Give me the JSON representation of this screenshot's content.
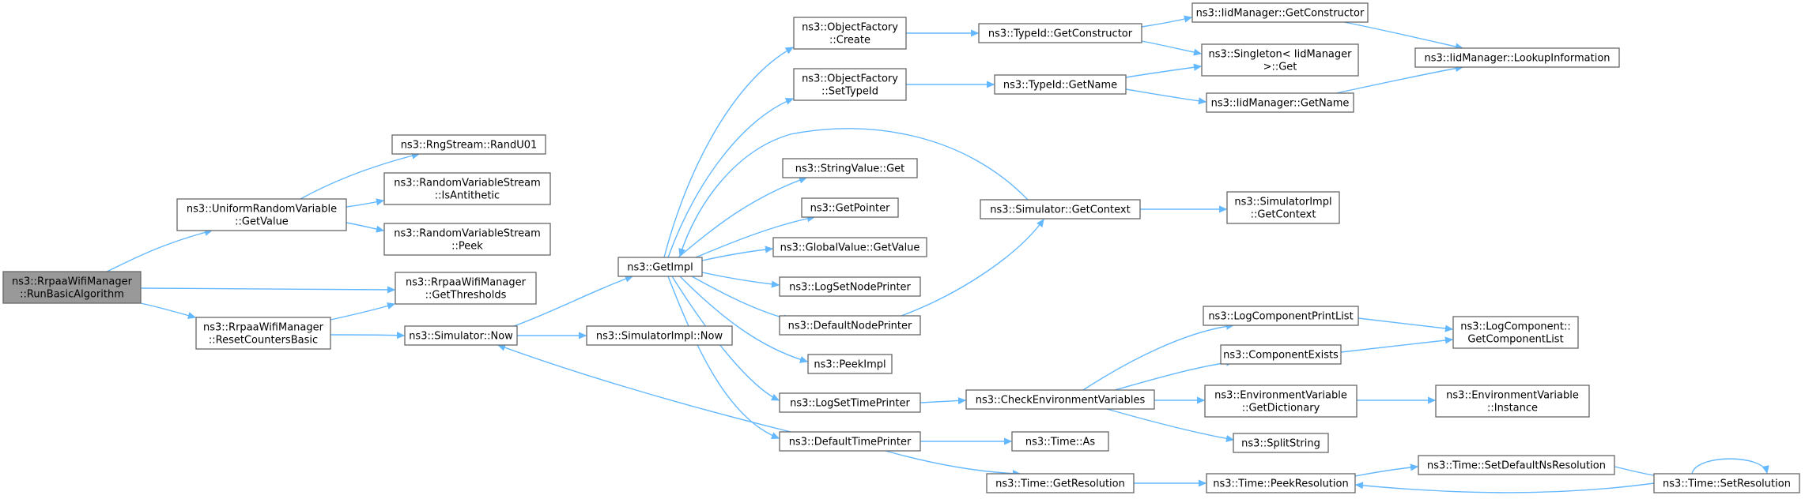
{
  "graph": {
    "nodes": [
      {
        "id": "root",
        "lines": [
          "ns3::RrpaaWifiManager",
          "::RunBasicAlgorithm"
        ],
        "root": true
      },
      {
        "id": "urv_getvalue",
        "lines": [
          "ns3::UniformRandomVariable",
          "::GetValue"
        ]
      },
      {
        "id": "rng_randu01",
        "lines": [
          "ns3::RngStream::RandU01"
        ]
      },
      {
        "id": "rvs_isantithetic",
        "lines": [
          "ns3::RandomVariableStream",
          "::IsAntithetic"
        ]
      },
      {
        "id": "rvs_peek",
        "lines": [
          "ns3::RandomVariableStream",
          "::Peek"
        ]
      },
      {
        "id": "get_thresholds",
        "lines": [
          "ns3::RrpaaWifiManager",
          "::GetThresholds"
        ]
      },
      {
        "id": "reset_counters",
        "lines": [
          "ns3::RrpaaWifiManager",
          "::ResetCountersBasic"
        ]
      },
      {
        "id": "sim_now",
        "lines": [
          "ns3::Simulator::Now"
        ]
      },
      {
        "id": "simimpl_now",
        "lines": [
          "ns3::SimulatorImpl::Now"
        ]
      },
      {
        "id": "getimpl",
        "lines": [
          "ns3::GetImpl"
        ]
      },
      {
        "id": "of_create",
        "lines": [
          "ns3::ObjectFactory",
          "::Create"
        ]
      },
      {
        "id": "of_settypeid",
        "lines": [
          "ns3::ObjectFactory",
          "::SetTypeId"
        ]
      },
      {
        "id": "stringvalue_get",
        "lines": [
          "ns3::StringValue::Get"
        ]
      },
      {
        "id": "getpointer",
        "lines": [
          "ns3::GetPointer"
        ]
      },
      {
        "id": "globalvalue_getvalue",
        "lines": [
          "ns3::GlobalValue::GetValue"
        ]
      },
      {
        "id": "logsetnodeprinter",
        "lines": [
          "ns3::LogSetNodePrinter"
        ]
      },
      {
        "id": "defaultnodeprinter",
        "lines": [
          "ns3::DefaultNodePrinter"
        ]
      },
      {
        "id": "peekimpl",
        "lines": [
          "ns3::PeekImpl"
        ]
      },
      {
        "id": "logsettimeprinter",
        "lines": [
          "ns3::LogSetTimePrinter"
        ]
      },
      {
        "id": "defaulttimeprinter",
        "lines": [
          "ns3::DefaultTimePrinter"
        ]
      },
      {
        "id": "typeid_getconstructor",
        "lines": [
          "ns3::TypeId::GetConstructor"
        ]
      },
      {
        "id": "typeid_getname",
        "lines": [
          "ns3::TypeId::GetName"
        ]
      },
      {
        "id": "sim_getcontext",
        "lines": [
          "ns3::Simulator::GetContext"
        ]
      },
      {
        "id": "checkenv",
        "lines": [
          "ns3::CheckEnvironmentVariables"
        ]
      },
      {
        "id": "time_as",
        "lines": [
          "ns3::Time::As"
        ]
      },
      {
        "id": "time_getresolution",
        "lines": [
          "ns3::Time::GetResolution"
        ]
      },
      {
        "id": "iid_getconstructor",
        "lines": [
          "ns3::IidManager::GetConstructor"
        ]
      },
      {
        "id": "singleton_get",
        "lines": [
          "ns3::Singleton< IidManager",
          ">::Get"
        ]
      },
      {
        "id": "iid_getname",
        "lines": [
          "ns3::IidManager::GetName"
        ]
      },
      {
        "id": "simimpl_getcontext",
        "lines": [
          "ns3::SimulatorImpl",
          "::GetContext"
        ]
      },
      {
        "id": "logcomponentprintlist",
        "lines": [
          "ns3::LogComponentPrintList"
        ]
      },
      {
        "id": "componentexists",
        "lines": [
          "ns3::ComponentExists"
        ]
      },
      {
        "id": "envvar_getdictionary",
        "lines": [
          "ns3::EnvironmentVariable",
          "::GetDictionary"
        ]
      },
      {
        "id": "splitstring",
        "lines": [
          "ns3::SplitString"
        ]
      },
      {
        "id": "time_peekresolution",
        "lines": [
          "ns3::Time::PeekResolution"
        ]
      },
      {
        "id": "iid_lookupinformation",
        "lines": [
          "ns3::IidManager::LookupInformation"
        ]
      },
      {
        "id": "logcomponent_getcomponentlist",
        "lines": [
          "ns3::LogComponent::",
          "GetComponentList"
        ]
      },
      {
        "id": "envvar_instance",
        "lines": [
          "ns3::EnvironmentVariable",
          "::Instance"
        ]
      },
      {
        "id": "time_setdefaultnsresolution",
        "lines": [
          "ns3::Time::SetDefaultNsResolution"
        ]
      },
      {
        "id": "time_setresolution",
        "lines": [
          "ns3::Time::SetResolution"
        ]
      }
    ],
    "colors": {
      "edge": "#63b8ff",
      "node_border": "#666666",
      "root_fill": "#999999",
      "node_fill": "#ffffff"
    }
  }
}
